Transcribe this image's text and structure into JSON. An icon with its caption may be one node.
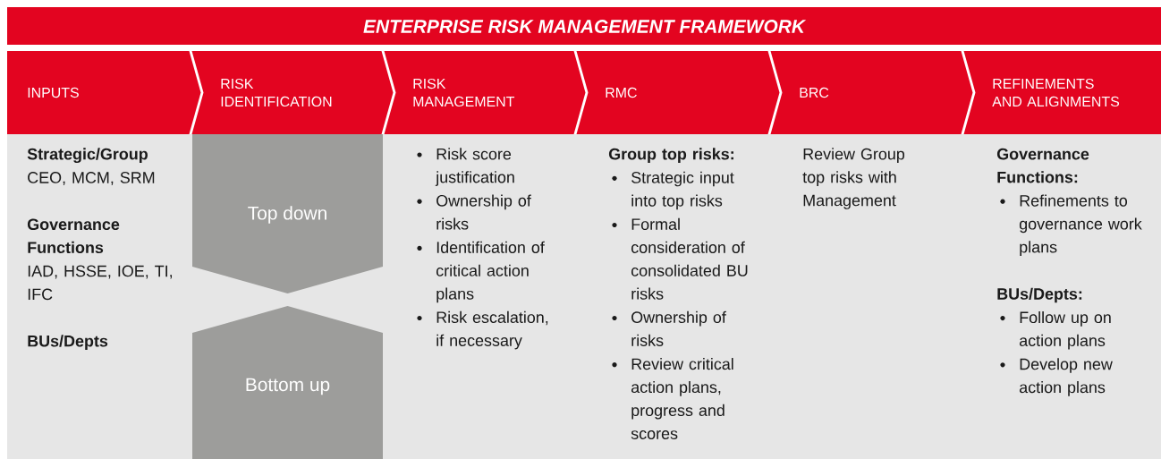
{
  "diagram": {
    "title": "ENTERPRISE RISK MANAGEMENT FRAMEWORK",
    "nodes": [
      {
        "text": [
          "INPUTS",
          "Strategic/Group",
          "CEO, MCM, SRM",
          "Governance Functions",
          "IAD, HSSE, IOE, TI, IFC",
          "BUs/Depts"
        ]
      },
      {
        "text": [
          "RISK IDENTIFICATION"
        ]
      },
      {
        "text": [
          "Top down"
        ],
        "in": 1
      },
      {
        "text": [
          "Bottom up"
        ],
        "in": 1
      },
      {
        "text": [
          "RISK MANAGEMENT",
          "Risk score justification",
          "Ownership of risks",
          "Identification of critical action plans",
          "Risk escalation, if necessary"
        ]
      },
      {
        "text": [
          "RMC",
          "Group top risks:",
          "Strategic input into top risks",
          "Formal consideration of consolidated BU risks",
          "Ownership of risks",
          "Review critical action plans, progress and scores"
        ]
      },
      {
        "text": [
          "BRC",
          "Review Group top risks with Management"
        ]
      },
      {
        "text": [
          "REFINEMENTS AND ALIGNMENTS",
          "Governance Functions:",
          "Refinements to governance work plans",
          "BUs/Depts:",
          "Follow up on action plans",
          "Develop new action plans"
        ]
      }
    ]
  }
}
